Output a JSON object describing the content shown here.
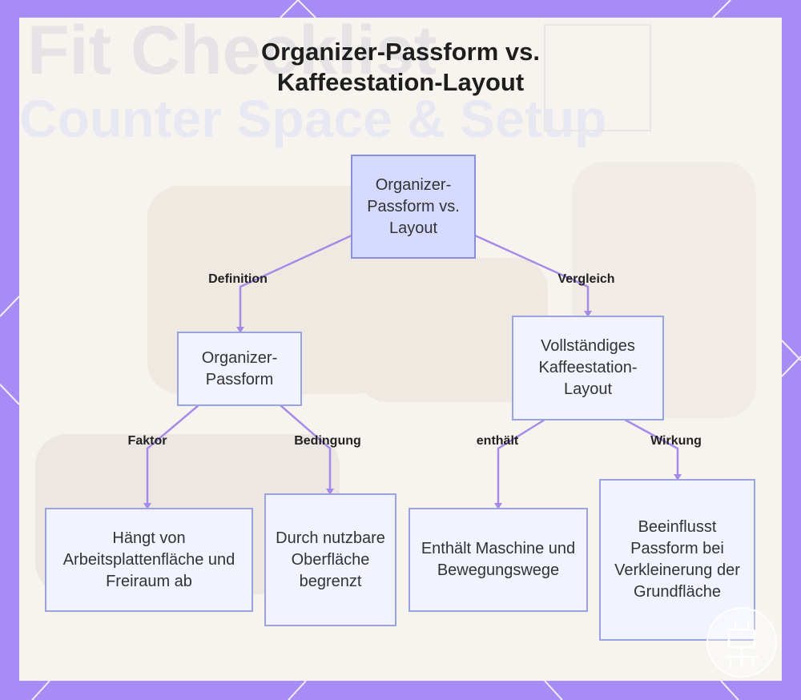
{
  "title_line1": "Organizer-Passform vs.",
  "title_line2": "Kaffeestation-Layout",
  "background_ghost": {
    "title": "Fit Checklist",
    "subtitle": "Counter Space & Setup"
  },
  "nodes": {
    "root": "Organizer-Passform vs. Layout",
    "organizer": "Organizer-Passform",
    "layout": "Vollständiges Kaffeestation-Layout",
    "countertop": "Hängt von Arbeitsplattenfläche und Freiraum ab",
    "surface": "Durch nutzbare Oberfläche begrenzt",
    "machine": "Enthält Maschine und Bewegungswege",
    "footprint": "Beeinflusst Passform bei Verkleinerung der Grundfläche"
  },
  "edges": {
    "definition": "Definition",
    "vergleich": "Vergleich",
    "faktor": "Faktor",
    "bedingung": "Bedingung",
    "enthaelt": "enthält",
    "wirkung": "Wirkung"
  },
  "colors": {
    "frame": "#a88cf5",
    "panel": "#f7f4f0",
    "edge": "#a58ae8",
    "node_fill": "#f1f3ff",
    "root_fill": "#d6daff",
    "node_border": "#9aa3e0"
  }
}
